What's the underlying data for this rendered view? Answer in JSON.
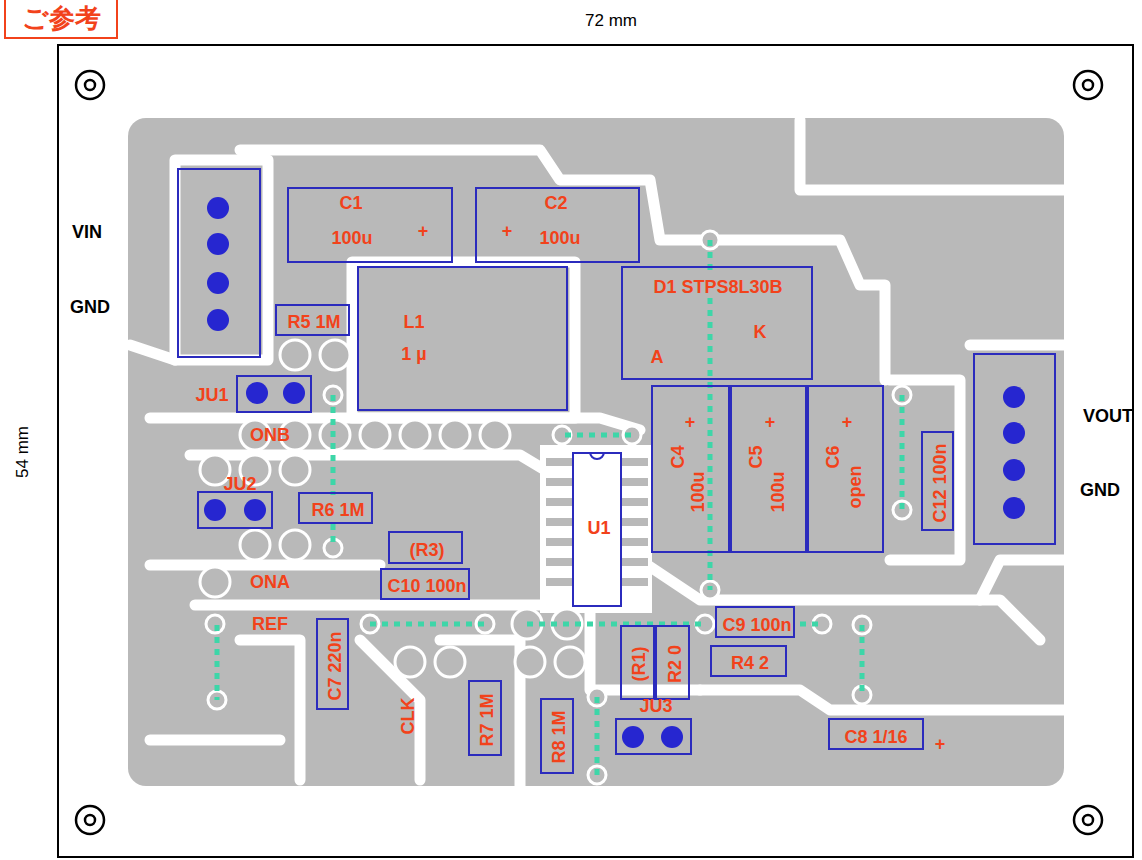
{
  "diagram": {
    "nodes": [
      {
        "text": [
          "VIN",
          "GND"
        ]
      },
      {
        "text": [
          "C1",
          "100u",
          "+"
        ]
      },
      {
        "text": [
          "+",
          "C2",
          "100u"
        ]
      },
      {
        "text": [
          "L1",
          "1 µ"
        ]
      },
      {
        "text": [
          "D1 STPS8L30B",
          "K",
          "A"
        ]
      },
      {
        "text": [
          "R5 1M"
        ]
      },
      {
        "text": [
          "JU1"
        ]
      },
      {
        "text": [
          "+",
          "C4",
          "100u"
        ]
      },
      {
        "text": [
          "+",
          "C5",
          "100u"
        ]
      },
      {
        "text": [
          "+",
          "C6",
          "open"
        ]
      },
      {
        "text": [
          "VOUT",
          "GND"
        ]
      },
      {
        "text": [
          "C12 100n"
        ]
      },
      {
        "text": [
          "U1"
        ]
      },
      {
        "text": [
          "JU2"
        ]
      },
      {
        "text": [
          "R6 1M"
        ]
      },
      {
        "text": [
          "(R3)"
        ]
      },
      {
        "text": [
          "C10 100n"
        ]
      },
      {
        "text": [
          "C9 100n"
        ]
      },
      {
        "text": [
          "C7 220n"
        ]
      },
      {
        "text": [
          "(R1)"
        ]
      },
      {
        "text": [
          "R2 0"
        ]
      },
      {
        "text": [
          "R4 2"
        ]
      },
      {
        "text": [
          "R7 1M"
        ]
      },
      {
        "text": [
          "R8 1M"
        ]
      },
      {
        "text": [
          "JU3"
        ]
      },
      {
        "text": [
          "C8 1/16",
          "+"
        ]
      }
    ],
    "labels": [
      "ご参考",
      "72 mm",
      "54 mm",
      "ONB",
      "ONA",
      "REF",
      "CLK"
    ]
  }
}
